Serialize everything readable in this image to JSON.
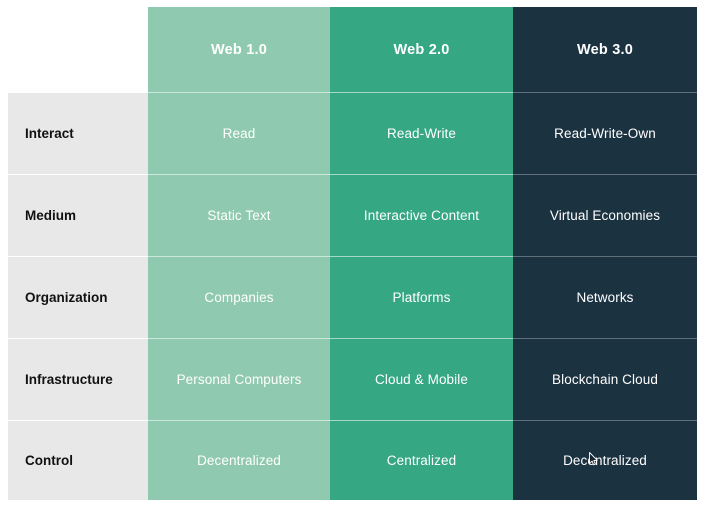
{
  "table": {
    "corner_label": "",
    "columns": [
      {
        "label": "Web 1.0",
        "color": "#8fc9af"
      },
      {
        "label": "Web 2.0",
        "color": "#35a782"
      },
      {
        "label": "Web 3.0",
        "color": "#1b3240"
      }
    ],
    "rows": [
      {
        "label": "Interact",
        "cells": [
          "Read",
          "Read-Write",
          "Read-Write-Own"
        ]
      },
      {
        "label": "Medium",
        "cells": [
          "Static Text",
          "Interactive Content",
          "Virtual Economies"
        ]
      },
      {
        "label": "Organization",
        "cells": [
          "Companies",
          "Platforms",
          "Networks"
        ]
      },
      {
        "label": "Infrastructure",
        "cells": [
          "Personal Computers",
          "Cloud & Mobile",
          "Blockchain Cloud"
        ]
      },
      {
        "label": "Control",
        "cells": [
          "Decentralized",
          "Centralized",
          "Decentralized"
        ]
      }
    ]
  },
  "colors": {
    "web1": "#8fc9af",
    "web2": "#35a782",
    "web3": "#1b3240",
    "label_column": "#e8e8e8",
    "page_background": "#ffffff",
    "label_text": "#111111",
    "value_text": "#ffffff"
  },
  "overlay": {
    "cursor_icon": "mouse-pointer-icon"
  }
}
